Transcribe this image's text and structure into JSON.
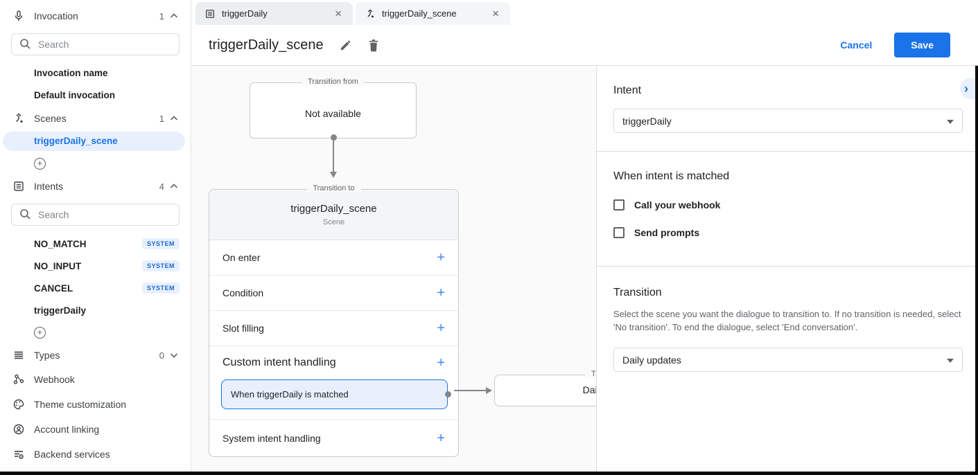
{
  "icons": {
    "plus": "+",
    "close": "×",
    "chevron_right": "›"
  },
  "colors": {
    "accent": "#1a73e8",
    "selection_bg": "#e8f0fe",
    "badge_bg": "#e8f0fe",
    "badge_text": "#1967d2",
    "canvas_bg": "#fafafa",
    "border": "#dadce0",
    "connector": "#80868b"
  },
  "sidebar": {
    "invocation": {
      "label": "Invocation",
      "count": "1",
      "search_placeholder": "Search",
      "items": [
        "Invocation name",
        "Default invocation"
      ]
    },
    "scenes": {
      "label": "Scenes",
      "count": "1",
      "selected_item": "triggerDaily_scene"
    },
    "intents": {
      "label": "Intents",
      "count": "4",
      "search_placeholder": "Search",
      "items": [
        {
          "name": "NO_MATCH",
          "badge": "SYSTEM"
        },
        {
          "name": "NO_INPUT",
          "badge": "SYSTEM"
        },
        {
          "name": "CANCEL",
          "badge": "SYSTEM"
        },
        {
          "name": "triggerDaily",
          "badge": ""
        }
      ]
    },
    "types": {
      "label": "Types",
      "count": "0"
    },
    "links": [
      "Webhook",
      "Theme customization",
      "Account linking",
      "Backend services"
    ]
  },
  "tabs": [
    {
      "label": "triggerDaily"
    },
    {
      "label": "triggerDaily_scene"
    }
  ],
  "header": {
    "title": "triggerDaily_scene",
    "cancel_label": "Cancel",
    "save_label": "Save"
  },
  "canvas": {
    "from_box": {
      "label": "Transition from",
      "content": "Not available"
    },
    "scene_card": {
      "label": "Transition to",
      "title": "triggerDaily_scene",
      "subtitle": "Scene",
      "rows": [
        "On enter",
        "Condition",
        "Slot filling",
        "Custom intent handling"
      ],
      "handler": "When triggerDaily is matched",
      "system_row": "System intent handling"
    },
    "target_box": {
      "label": "Transition to",
      "content": "Daily updates"
    }
  },
  "panel": {
    "intent": {
      "heading": "Intent",
      "value": "triggerDaily"
    },
    "matched": {
      "heading": "When intent is matched",
      "options": [
        "Call your webhook",
        "Send prompts"
      ]
    },
    "transition": {
      "heading": "Transition",
      "description": "Select the scene you want the dialogue to transition to. If no transition is needed, select 'No transition'. To end the dialogue, select 'End conversation'.",
      "value": "Daily updates"
    }
  }
}
